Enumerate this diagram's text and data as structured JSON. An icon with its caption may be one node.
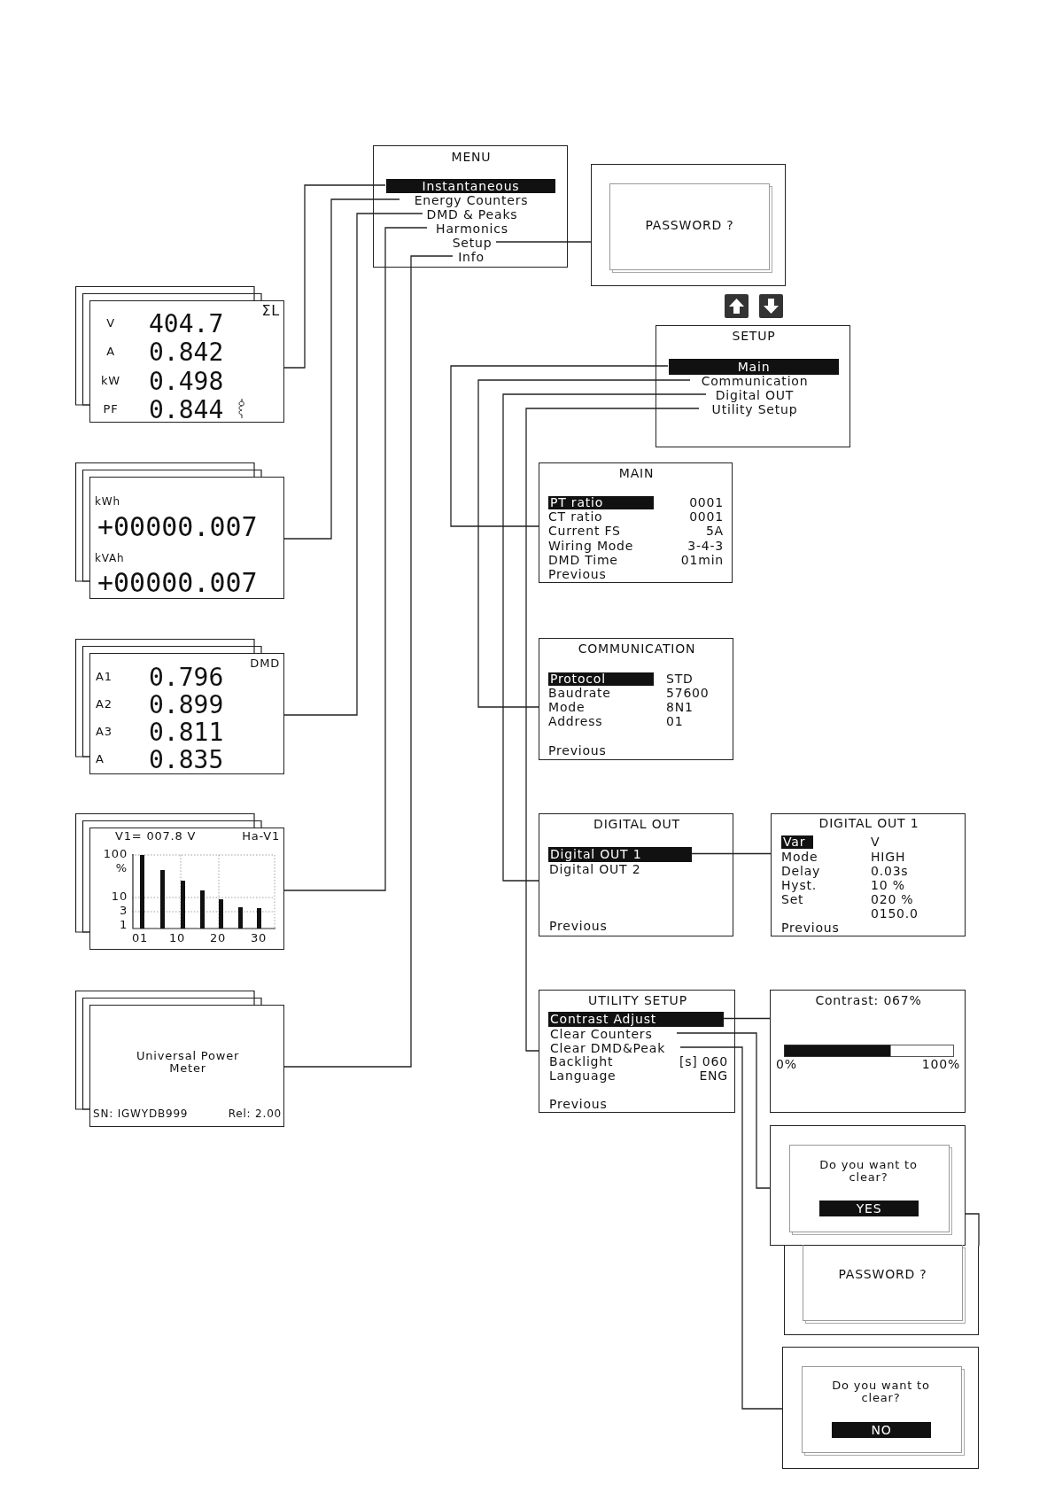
{
  "diagram": {
    "nodes": [
      {
        "text": [
          "MENU"
        ]
      },
      {
        "text": [
          "Instantaneous"
        ],
        "in": 0
      },
      {
        "text": [
          "Energy Counters"
        ],
        "in": 0
      },
      {
        "text": [
          "DMD & Peaks"
        ],
        "in": 0
      },
      {
        "text": [
          "Harmonics"
        ],
        "in": 0
      },
      {
        "text": [
          "Setup"
        ],
        "in": 0
      },
      {
        "text": [
          "Info"
        ],
        "in": 0
      },
      {
        "text": [
          "PASSWORD ?"
        ]
      },
      {
        "text": [
          "ΣL",
          "V",
          "404.7",
          "A",
          "0.842",
          "kW",
          "0.498",
          "PF",
          "0.844"
        ]
      },
      {
        "text": [
          "kWh",
          "+00000.007",
          "kVAh",
          "+00000.007"
        ]
      },
      {
        "text": [
          "DMD",
          "A1",
          "0.796",
          "A2",
          "0.899",
          "A3",
          "0.811",
          "A",
          "0.835"
        ]
      },
      {
        "text": [
          "V1= 007.8 V",
          "Ha-V1",
          "100",
          "%",
          "10",
          "3",
          "1",
          "01",
          "10",
          "20",
          "30"
        ]
      },
      {
        "text": [
          "Universal Power Meter",
          "SN: IGWYDB999",
          "Rel: 2.00"
        ]
      },
      {
        "text": [
          "SETUP"
        ]
      },
      {
        "text": [
          "Main"
        ],
        "in": 13
      },
      {
        "text": [
          "Communication"
        ],
        "in": 13
      },
      {
        "text": [
          "Digital OUT"
        ],
        "in": 13
      },
      {
        "text": [
          "Utility Setup"
        ],
        "in": 13
      },
      {
        "text": [
          "MAIN",
          "PT ratio",
          "0001",
          "CT ratio",
          "0001",
          "Current FS",
          "5A",
          "Wiring Mode",
          "3-4-3",
          "DMD Time",
          "01min",
          "Previous"
        ]
      },
      {
        "text": [
          "COMMUNICATION",
          "Protocol",
          "STD",
          "Baudrate",
          "57600",
          "Mode",
          "8N1",
          "Address",
          "01",
          "Previous"
        ]
      },
      {
        "text": [
          "DIGITAL OUT",
          "Digital OUT 2",
          "Previous"
        ]
      },
      {
        "text": [
          "Digital OUT 1"
        ],
        "in": 20
      },
      {
        "text": [
          "DIGITAL OUT 1",
          "Var",
          "V",
          "Mode",
          "HIGH",
          "Delay",
          "0.03s",
          "Hyst.",
          "10 %",
          "Set",
          "020 %",
          "0150.0",
          "Previous"
        ]
      },
      {
        "text": [
          "UTILITY SETUP",
          "Backlight",
          "[s] 060",
          "Language",
          "ENG",
          "Previous"
        ]
      },
      {
        "text": [
          "Contrast Adjust"
        ],
        "in": 23
      },
      {
        "text": [
          "Clear Counters"
        ],
        "in": 23
      },
      {
        "text": [
          "Clear DMD&Peak"
        ],
        "in": 23
      },
      {
        "text": [
          "Contrast: 067%",
          "0%",
          "100%"
        ]
      },
      {
        "text": [
          "Do you want to clear?",
          "YES"
        ]
      },
      {
        "text": [
          "PASSWORD ?"
        ]
      },
      {
        "text": [
          "Do you want to clear?",
          "NO"
        ]
      }
    ],
    "edges": [
      {
        "from": 1,
        "to": 8,
        "arrow": "none"
      },
      {
        "from": 2,
        "to": 9,
        "arrow": "none"
      },
      {
        "from": 3,
        "to": 10,
        "arrow": "none"
      },
      {
        "from": 4,
        "to": 11,
        "arrow": "none"
      },
      {
        "from": 6,
        "to": 12,
        "arrow": "none"
      },
      {
        "from": 5,
        "to": 7,
        "arrow": "none"
      },
      {
        "from": 14,
        "to": 18,
        "arrow": "none"
      },
      {
        "from": 15,
        "to": 19,
        "arrow": "none"
      },
      {
        "from": 16,
        "to": 20,
        "arrow": "none"
      },
      {
        "from": 17,
        "to": 23,
        "arrow": "none"
      },
      {
        "from": 21,
        "to": 22,
        "arrow": "none"
      },
      {
        "from": 24,
        "to": 27,
        "arrow": "none"
      },
      {
        "from": 25,
        "to": 28,
        "arrow": "none"
      },
      {
        "from": 26,
        "to": 30,
        "arrow": "none"
      },
      {
        "from": 28,
        "to": 29,
        "arrow": "none"
      }
    ]
  }
}
